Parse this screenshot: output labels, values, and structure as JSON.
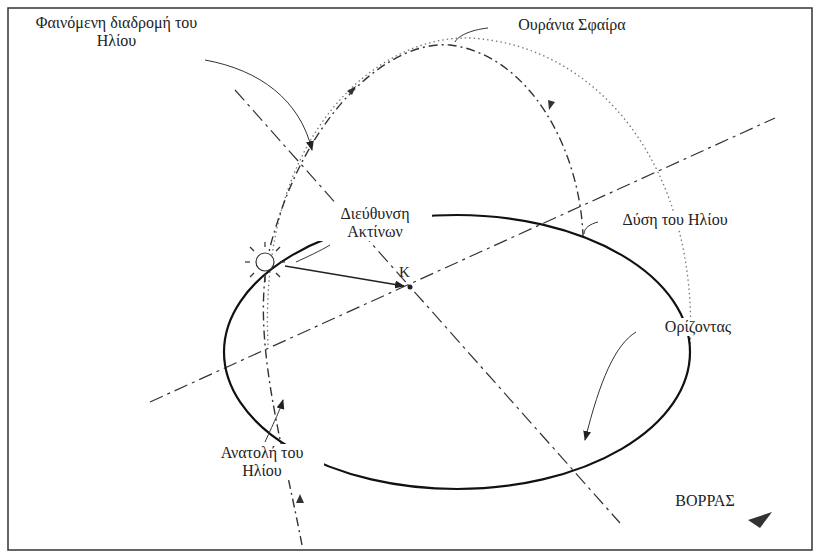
{
  "diagram": {
    "labels": [
      "Φαινόμενη διαδρομή του Ηλίου",
      "Ουράνια Σφαίρα",
      "Διεύθυνση Ακτίνων",
      "Κ",
      "Δύση του Ηλίου",
      "Ορίζοντας",
      "Ανατολή του Ηλίου",
      "ΒΟΡΡΑΣ"
    ]
  }
}
